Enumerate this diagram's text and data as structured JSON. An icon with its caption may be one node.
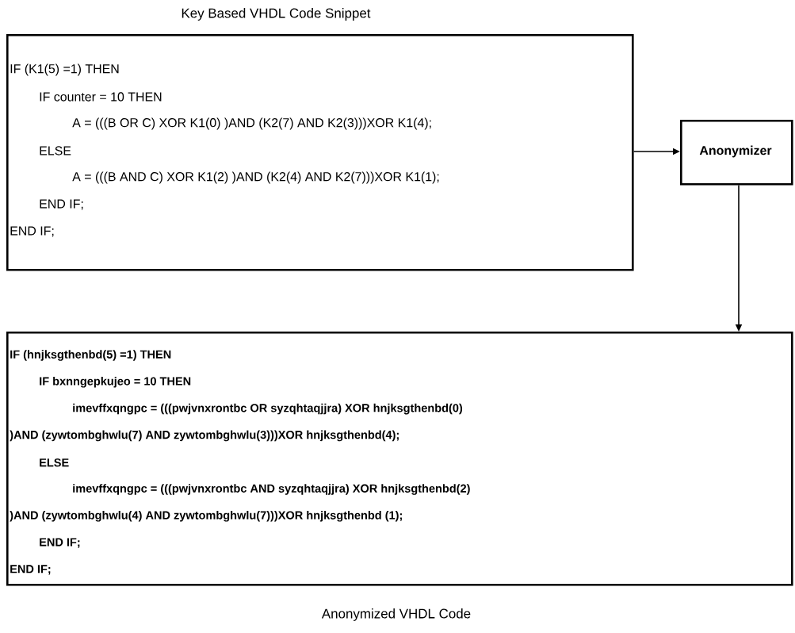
{
  "diagram": {
    "nodes": [
      {
        "text": [
          "Key Based VHDL Code Snippet",
          "IF (K1(5) =1) THEN",
          "IF counter = 10 THEN",
          "A = (((B OR C) XOR K1(0) )AND (K2(7) AND K2(3)))XOR K1(4);",
          "ELSE",
          "A = (((B AND C) XOR K1(2) )AND (K2(4) AND K2(7)))XOR K1(1);",
          "END IF;",
          "END IF;"
        ]
      },
      {
        "text": [
          "Anonymizer"
        ]
      },
      {
        "text": [
          "IF (hnjksgthenbd(5) =1) THEN",
          "IF bxnngepkujeo = 10 THEN",
          "imevffxqngpc = (((pwjvnxrontbc OR syzqhtaqjjra) XOR hnjksgthenbd(0)",
          ")AND (zywtombghwlu(7) AND zywtombghwlu(3)))XOR hnjksgthenbd(4);",
          "ELSE",
          "imevffxqngpc = (((pwjvnxrontbc AND syzqhtaqjjra) XOR hnjksgthenbd(2)",
          ")AND (zywtombghwlu(4) AND zywtombghwlu(7)))XOR hnjksgthenbd (1);",
          "END IF;",
          "END IF;"
        ],
        "beside": [
          "Anonymized VHDL Code"
        ]
      }
    ],
    "edges": [
      {
        "from": 0,
        "to": 1,
        "arrow": "to"
      },
      {
        "from": 1,
        "to": 2,
        "arrow": "to"
      }
    ]
  }
}
